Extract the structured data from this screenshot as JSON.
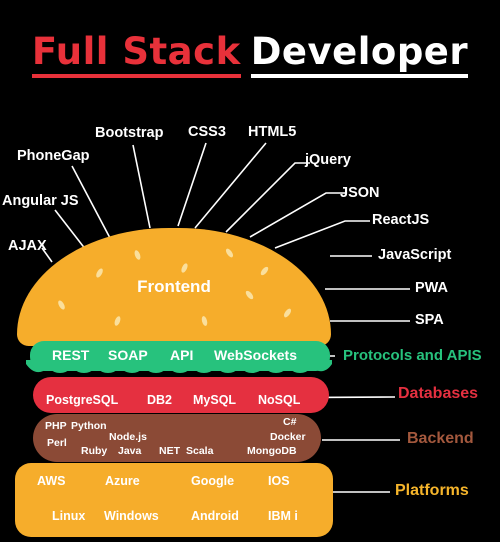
{
  "title": {
    "part1": "Full Stack",
    "part2": "Developer"
  },
  "colors": {
    "frontend": "#f6ad2b",
    "protocols": "#27c27d",
    "databases": "#e53040",
    "backend": "#8b4a36",
    "platforms": "#f6ad2b",
    "title_red": "#e8313a"
  },
  "frontend": {
    "label": "Frontend",
    "top_labels": [
      "Bootstrap",
      "CSS3",
      "HTML5",
      "PhoneGap",
      "Angular JS",
      "AJAX"
    ],
    "right_labels": [
      "jQuery",
      "JSON",
      "ReactJS",
      "JavaScript",
      "PWA",
      "SPA"
    ]
  },
  "protocols": {
    "label": "Protocols and APIS",
    "items": [
      "REST",
      "SOAP",
      "API",
      "WebSockets"
    ]
  },
  "databases": {
    "label": "Databases",
    "items": [
      "PostgreSQL",
      "DB2",
      "MySQL",
      "NoSQL"
    ]
  },
  "backend": {
    "label": "Backend",
    "items": [
      "PHP",
      "Python",
      "C#",
      "Node.js",
      "Docker",
      "Perl",
      "Ruby",
      "Java",
      "NET",
      "Scala",
      "MongoDB"
    ]
  },
  "platforms": {
    "label": "Platforms",
    "items": [
      "AWS",
      "Azure",
      "Google",
      "IOS",
      "Linux",
      "Windows",
      "Android",
      "IBM i"
    ]
  }
}
